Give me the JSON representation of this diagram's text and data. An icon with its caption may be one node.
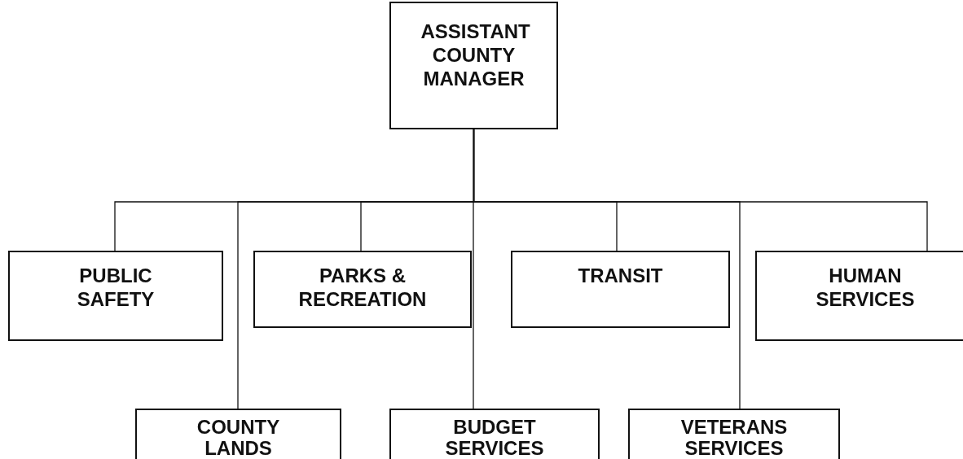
{
  "diagram": {
    "nodes": [
      {
        "text": [
          "ASSISTANT COUNTY MANAGER"
        ]
      },
      {
        "text": [
          "PUBLIC SAFETY"
        ]
      },
      {
        "text": [
          "COUNTY LANDS"
        ]
      },
      {
        "text": [
          "PARKS & RECREATION"
        ]
      },
      {
        "text": [
          "BUDGET SERVICES"
        ]
      },
      {
        "text": [
          "TRANSIT"
        ]
      },
      {
        "text": [
          "VETERANS SERVICES"
        ]
      },
      {
        "text": [
          "HUMAN SERVICES"
        ]
      }
    ],
    "edges": [
      {
        "from": 0,
        "to": 1,
        "arrow": "none"
      },
      {
        "from": 0,
        "to": 2,
        "arrow": "none"
      },
      {
        "from": 0,
        "to": 3,
        "arrow": "none"
      },
      {
        "from": 0,
        "to": 4,
        "arrow": "none"
      },
      {
        "from": 0,
        "to": 5,
        "arrow": "none"
      },
      {
        "from": 0,
        "to": 6,
        "arrow": "none"
      },
      {
        "from": 0,
        "to": 7,
        "arrow": "none"
      }
    ]
  }
}
